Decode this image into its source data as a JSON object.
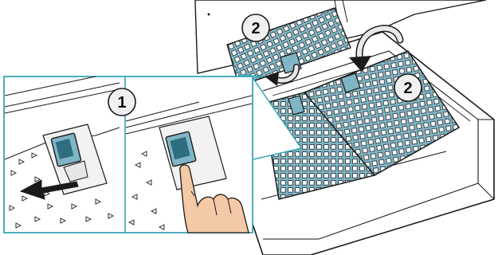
{
  "colors": {
    "filter": "#7fb5c4",
    "filter_dark": "#2f6e80",
    "frame": "#3aa6b9",
    "line": "#1a1a1a",
    "skin": "#f4c9a6",
    "hood": "#f2f2f2"
  },
  "steps": {
    "step1": {
      "label": "1"
    },
    "step2_left": {
      "label": "2"
    },
    "step2_right": {
      "label": "2"
    }
  },
  "icons": {
    "push_arrow": "push-arrow-icon",
    "rotate_arrow": "curved-arrow-icon",
    "hand": "hand-finger-icon"
  }
}
